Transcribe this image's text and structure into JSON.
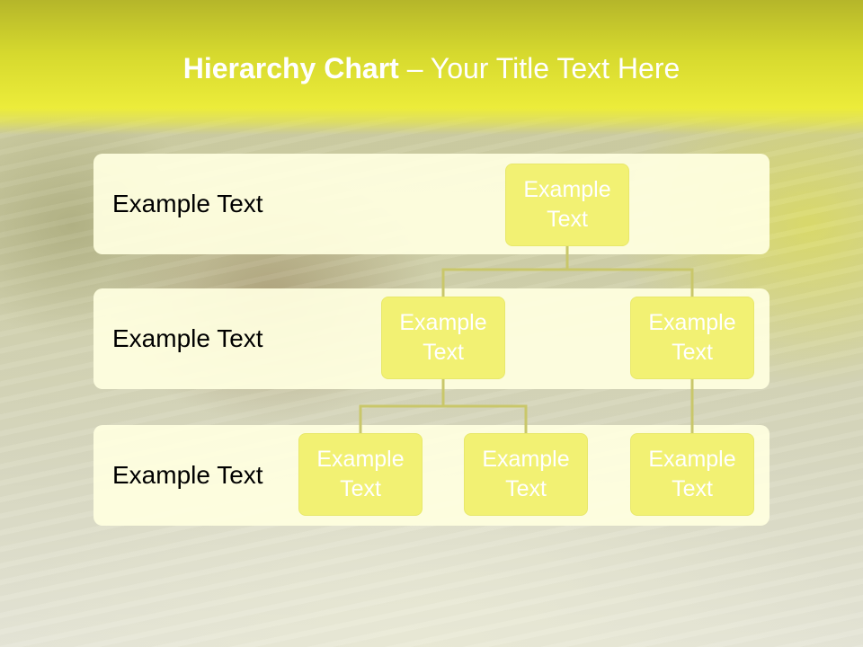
{
  "title": {
    "bold": "Hierarchy Chart",
    "rest": " – Your Title Text Here"
  },
  "levels": [
    {
      "label": "Example Text"
    },
    {
      "label": "Example Text"
    },
    {
      "label": "Example Text"
    }
  ],
  "nodes": {
    "root": "Example Text",
    "level2_left": "Example Text",
    "level2_right": "Example Text",
    "level3_a": "Example Text",
    "level3_b": "Example Text",
    "level3_c": "Example Text"
  },
  "colors": {
    "header": "#ecec3a",
    "node_fill": "#f2f173",
    "band_fill": "#ffffe0",
    "connector": "#c9c76a"
  }
}
